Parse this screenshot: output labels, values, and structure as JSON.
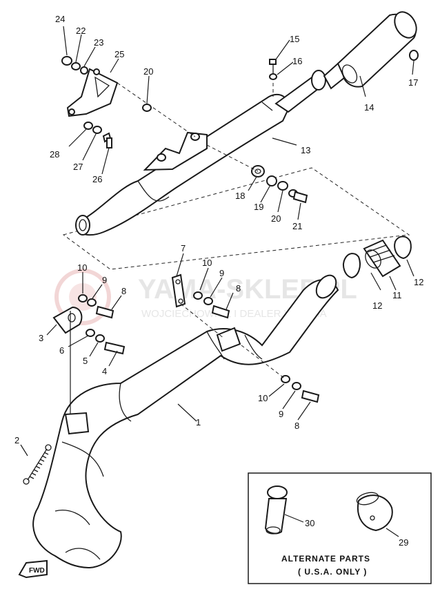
{
  "watermark": {
    "brand": "YAMA-SKLEP.PL",
    "subtitle": "WOJCIECHOWICZ I DEALER YAMAHA"
  },
  "callouts": [
    "1",
    "2",
    "3",
    "4",
    "5",
    "6",
    "7",
    "8",
    "8",
    "8",
    "9",
    "9",
    "9",
    "10",
    "10",
    "10",
    "11",
    "12",
    "12",
    "13",
    "14",
    "15",
    "16",
    "17",
    "18",
    "19",
    "20",
    "20",
    "21",
    "22",
    "23",
    "24",
    "25",
    "26",
    "27",
    "28",
    "29",
    "30"
  ],
  "alternate_box": {
    "title": "ALTERNATE PARTS",
    "subtitle": "( U.S.A. ONLY )"
  },
  "fwd_label": "FWD"
}
